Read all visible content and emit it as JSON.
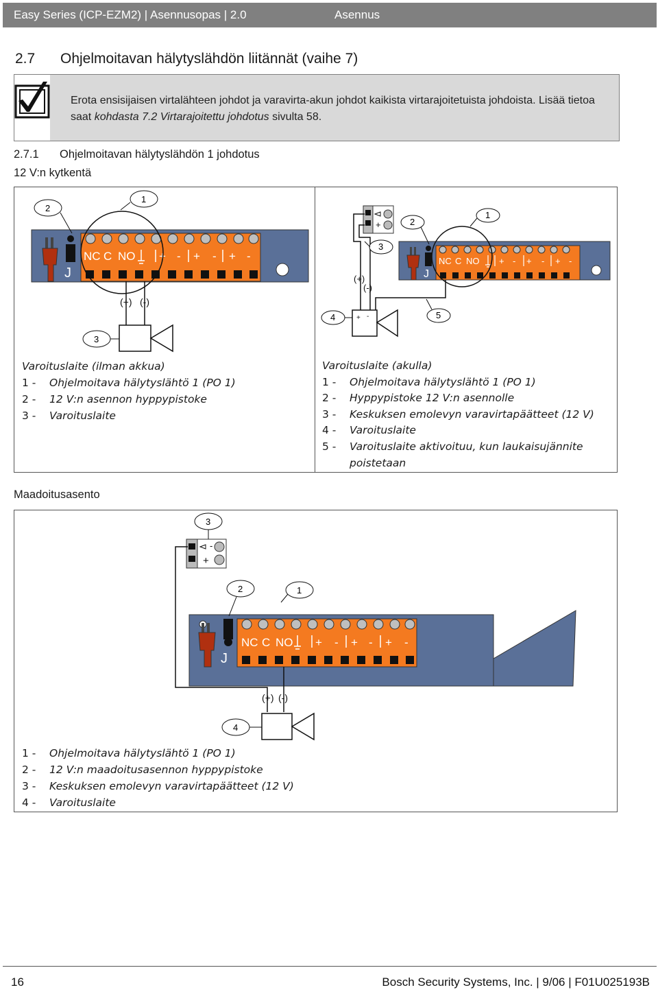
{
  "header": {
    "left": "Easy Series (ICP-EZM2) | Asennusopas | 2.0",
    "right": "Asennus"
  },
  "section": {
    "number": "2.7",
    "title": "Ohjelmoitavan hälytyslähdön liitännät (vaihe 7)"
  },
  "note": {
    "text_start": "Erota ensisijaisen virtalähteen johdot ja varavirta-akun johdot kaikista virtarajoitetuista johdoista. Lisää tietoa saat ",
    "text_ref": "kohdasta 7.2 Virtarajoitettu johdotus",
    "text_end": " sivulta 58.",
    "icon": "checkbox-icon"
  },
  "subsection": {
    "number": "2.7.1",
    "title": "Ohjelmoitavan hälytyslähdön 1 johdotus"
  },
  "sub_12v": "12 V:n kytkentä",
  "sub_ground": "Maadoitusasento",
  "terminal_text": {
    "nc": "NC",
    "c": "C",
    "no": "NO",
    "plus": "+",
    "minus": "-",
    "j": "J",
    "pos": "(+)",
    "neg": "(-)"
  },
  "callouts": {
    "one": "1",
    "two": "2",
    "three": "3",
    "four": "4",
    "five": "5"
  },
  "caption_left": {
    "title": "Varoituslaite (ilman akkua)",
    "items": [
      {
        "n": "1 -",
        "t": "Ohjelmoitava hälytyslähtö 1 (PO 1)"
      },
      {
        "n": "2 -",
        "t": "12 V:n asennon hyppypistoke"
      },
      {
        "n": "3 -",
        "t": "Varoituslaite"
      }
    ]
  },
  "caption_right": {
    "title": "Varoituslaite (akulla)",
    "items": [
      {
        "n": "1 -",
        "t": "Ohjelmoitava hälytyslähtö 1 (PO 1)"
      },
      {
        "n": "2 -",
        "t": "Hyppypistoke 12 V:n asennolle"
      },
      {
        "n": "3 -",
        "t": "Keskuksen emolevyn varavirtapäätteet (12 V)"
      },
      {
        "n": "4 -",
        "t": "Varoituslaite"
      },
      {
        "n": "5 -",
        "t": "Varoituslaite aktivoituu, kun laukaisujännite"
      },
      {
        "n": "",
        "t": "poistetaan"
      }
    ]
  },
  "caption_bottom": {
    "items": [
      {
        "n": "1 -",
        "t": "Ohjelmoitava hälytyslähtö 1 (PO 1)"
      },
      {
        "n": "2 -",
        "t": "12 V:n maadoitusasennon hyppypistoke"
      },
      {
        "n": "3 -",
        "t": "Keskuksen emolevyn varavirtapäätteet (12 V)"
      },
      {
        "n": "4 -",
        "t": "Varoituslaite"
      }
    ]
  },
  "footer": {
    "page": "16",
    "right": "Bosch Security Systems, Inc. | 9/06 | F01U025193B"
  },
  "colors": {
    "board": "#5a7098",
    "terminal": "#f47a20",
    "jumper": "#b03010",
    "header_bg": "#808080"
  }
}
